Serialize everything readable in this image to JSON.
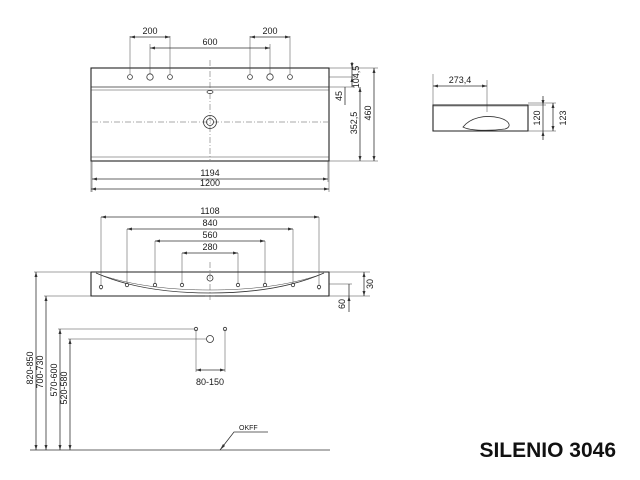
{
  "title": "SILENIO 3046",
  "top_view": {
    "dim_hole_spacing_left": "200",
    "dim_hole_spacing_right": "200",
    "dim_tap_spacing": "600",
    "dim_inner_width": "1194",
    "dim_outer_width": "1200",
    "dim_104_5": "104,5",
    "dim_45": "45",
    "dim_352_5": "352,5",
    "dim_460": "460"
  },
  "side_view": {
    "dim_depth": "273,4",
    "dim_120": "120",
    "dim_123": "123"
  },
  "front_view": {
    "dim_1108": "1108",
    "dim_840": "840",
    "dim_560": "560",
    "dim_280": "280",
    "dim_30": "30",
    "dim_60": "60",
    "dim_80_150": "80-150",
    "dim_820_850": "820-850",
    "dim_700_730": "700-730",
    "dim_570_600": "570-600",
    "dim_520_580": "520-580",
    "floor_label": "OKFF"
  }
}
